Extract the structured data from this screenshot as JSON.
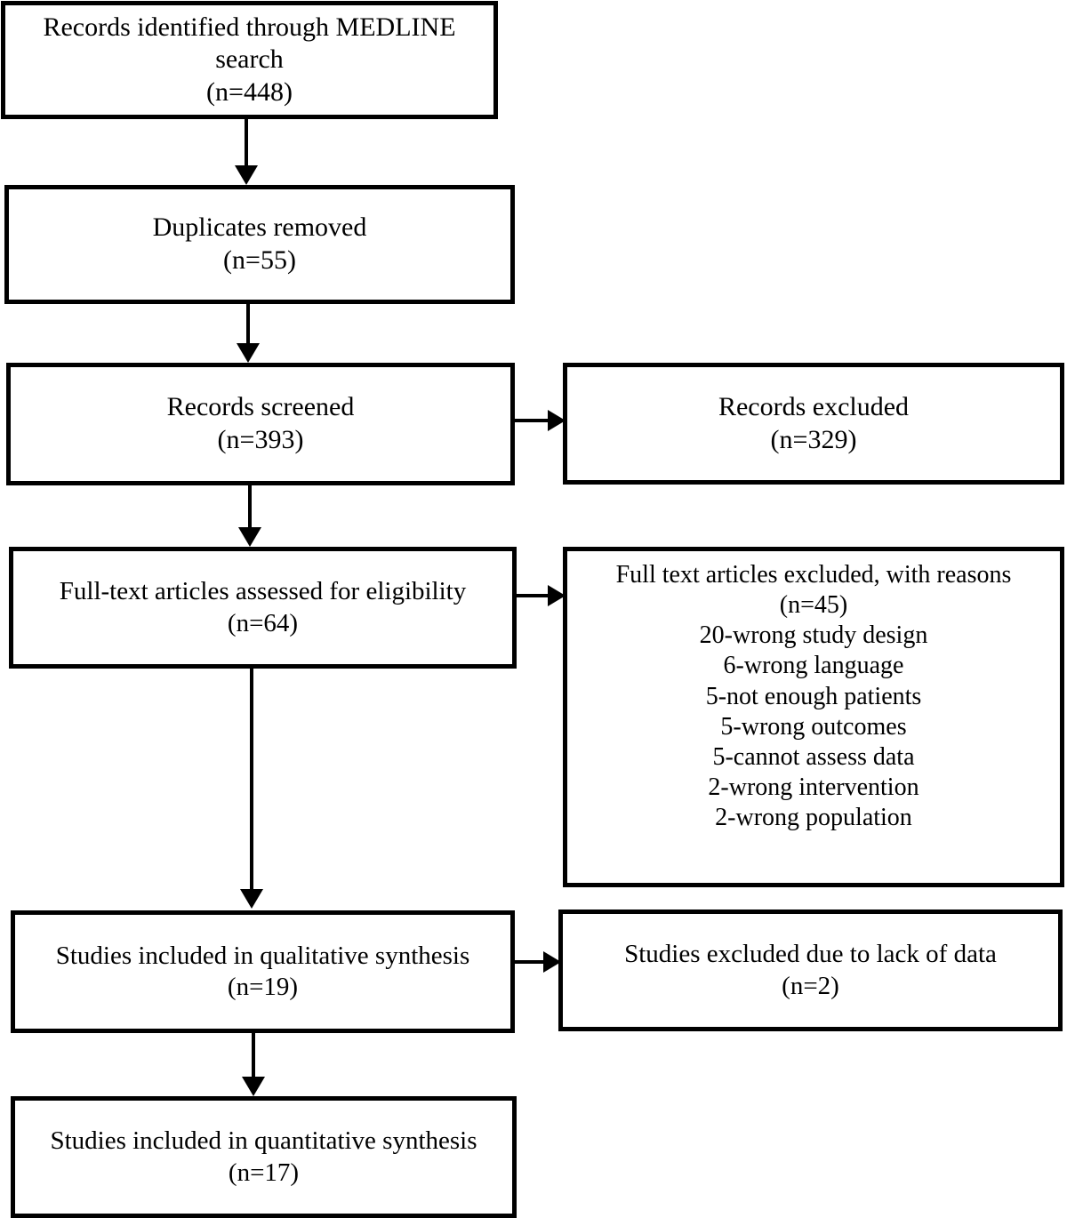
{
  "diagram": {
    "type": "prisma-flow-diagram",
    "nodes": {
      "identified": "Records identified through MEDLINE search\n(n=448)",
      "duplicates": "Duplicates removed\n(n=55)",
      "screened": "Records screened\n(n=393)",
      "records_excluded": "Records excluded\n(n=329)",
      "fulltext_assessed": "Full-text articles assessed for eligibility\n(n=64)",
      "fulltext_excluded": "Full text articles excluded, with reasons\n(n=45)\n20-wrong study design\n6-wrong language\n5-not enough patients\n5-wrong outcomes\n5-cannot assess data\n2-wrong intervention\n2-wrong population",
      "qualitative": "Studies included in qualitative synthesis\n(n=19)",
      "lack_of_data": "Studies excluded due to lack of data\n(n=2)",
      "quantitative": "Studies included in quantitative synthesis\n(n=17)"
    },
    "counts": {
      "identified": 448,
      "duplicates_removed": 55,
      "screened": 393,
      "records_excluded": 329,
      "fulltext_assessed": 64,
      "fulltext_excluded": 45,
      "qualitative": 19,
      "excluded_lack_of_data": 2,
      "quantitative": 17
    },
    "exclusion_reasons": [
      {
        "count": 20,
        "reason": "wrong study design"
      },
      {
        "count": 6,
        "reason": "wrong language"
      },
      {
        "count": 5,
        "reason": "not enough patients"
      },
      {
        "count": 5,
        "reason": "wrong outcomes"
      },
      {
        "count": 5,
        "reason": "cannot assess data"
      },
      {
        "count": 2,
        "reason": "wrong intervention"
      },
      {
        "count": 2,
        "reason": "wrong population"
      }
    ],
    "colors": {
      "stroke": "#000000",
      "fill": "#ffffff",
      "text": "#000000"
    }
  }
}
